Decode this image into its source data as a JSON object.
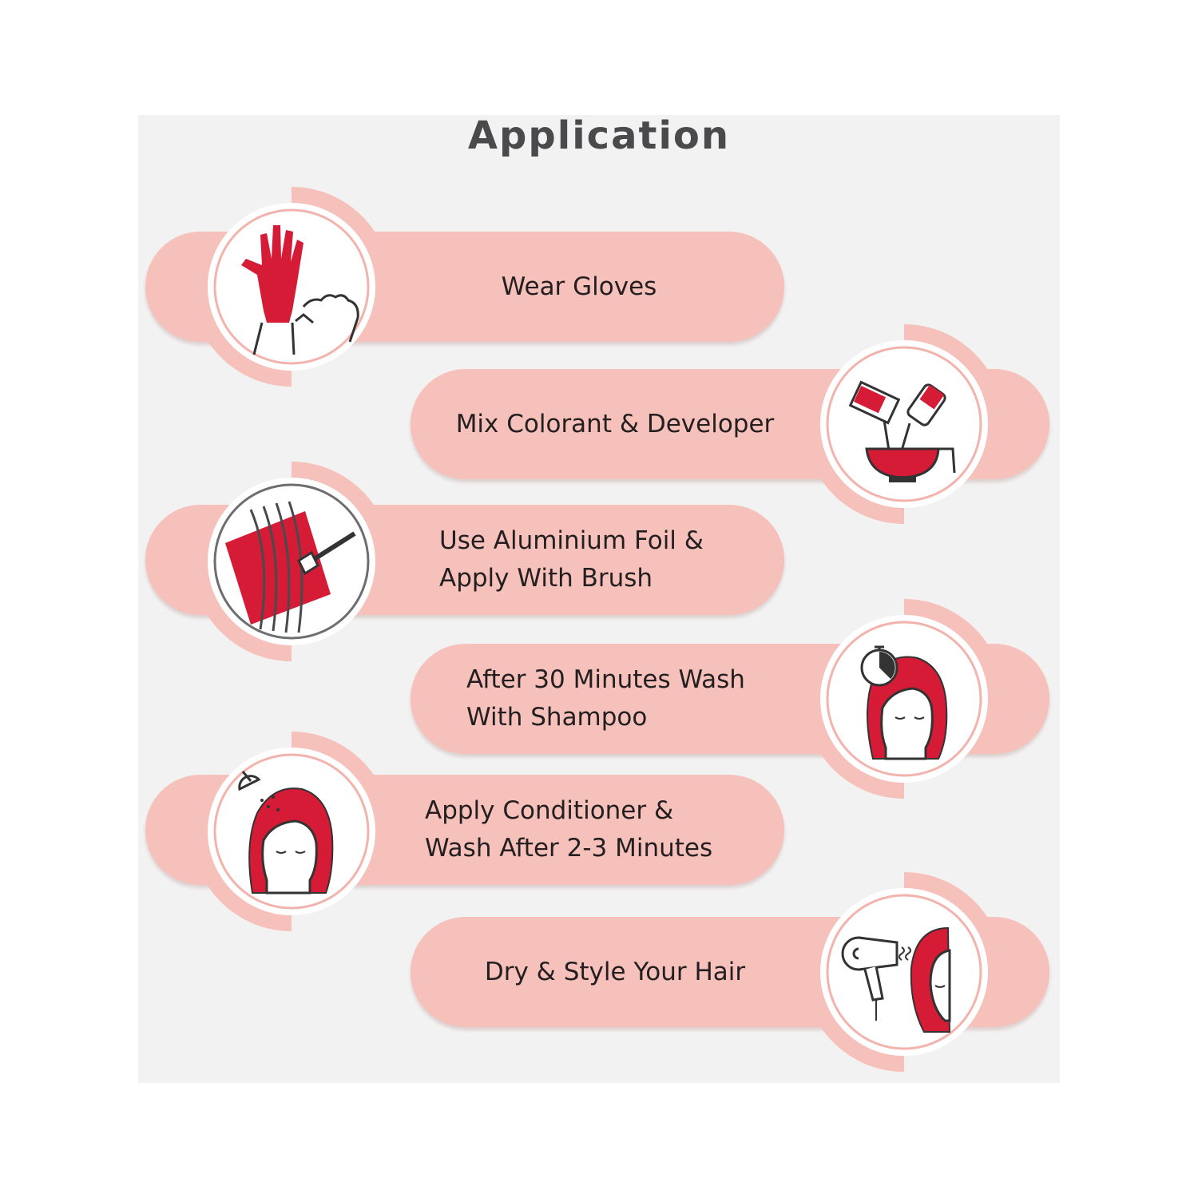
{
  "title": "Application",
  "colors": {
    "panel": "#f3f2f2",
    "pill": "#f6c0bb",
    "accent_red": "#d51b35",
    "title_text": "#4a4a4c",
    "body_text": "#231f20"
  },
  "steps": [
    {
      "lines": [
        "Wear Gloves"
      ],
      "icon": "gloves-icon"
    },
    {
      "lines": [
        "Mix Colorant & Developer"
      ],
      "icon": "mixing-bowl-icon"
    },
    {
      "lines": [
        "Use Aluminium Foil &",
        "Apply With Brush"
      ],
      "icon": "foil-brush-icon"
    },
    {
      "lines": [
        "After 30 Minutes Wash",
        "With Shampoo"
      ],
      "icon": "timer-hair-icon"
    },
    {
      "lines": [
        "Apply Conditioner &",
        "Wash After 2-3 Minutes"
      ],
      "icon": "shower-hair-icon"
    },
    {
      "lines": [
        "Dry & Style Your Hair"
      ],
      "icon": "hair-dryer-icon"
    }
  ]
}
